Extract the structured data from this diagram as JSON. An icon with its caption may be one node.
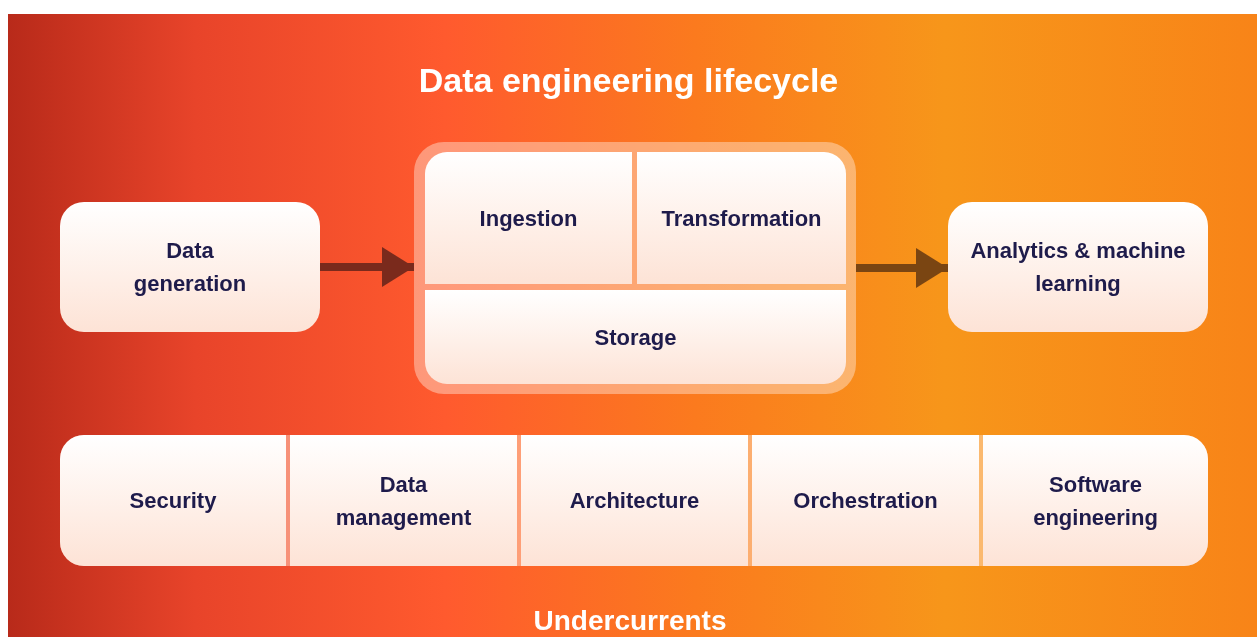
{
  "diagram": {
    "title": "Data engineering lifecycle",
    "nodes": [
      {
        "text": [
          "Data generation"
        ]
      },
      {
        "text": [],
        "shape": "box"
      },
      {
        "text": [
          "Ingestion"
        ],
        "in": 1
      },
      {
        "text": [
          "Transformation"
        ],
        "in": 1
      },
      {
        "text": [
          "Storage"
        ],
        "in": 1
      },
      {
        "text": [
          "Analytics & machine learning"
        ]
      },
      {
        "text": [],
        "shape": "box"
      },
      {
        "text": [
          "Security"
        ],
        "in": 6
      },
      {
        "text": [
          "Data management"
        ],
        "in": 6
      },
      {
        "text": [
          "Architecture"
        ],
        "in": 6
      },
      {
        "text": [
          "Orchestration"
        ],
        "in": 6
      },
      {
        "text": [
          "Software engineering"
        ],
        "in": 6
      }
    ],
    "edges": [
      {
        "from": 0,
        "to": 1,
        "arrow": "to",
        "color": "#7a2a1c"
      },
      {
        "from": 1,
        "to": 5,
        "arrow": "to",
        "color": "#7a4512"
      }
    ],
    "labels": [
      "Undercurrents"
    ]
  }
}
